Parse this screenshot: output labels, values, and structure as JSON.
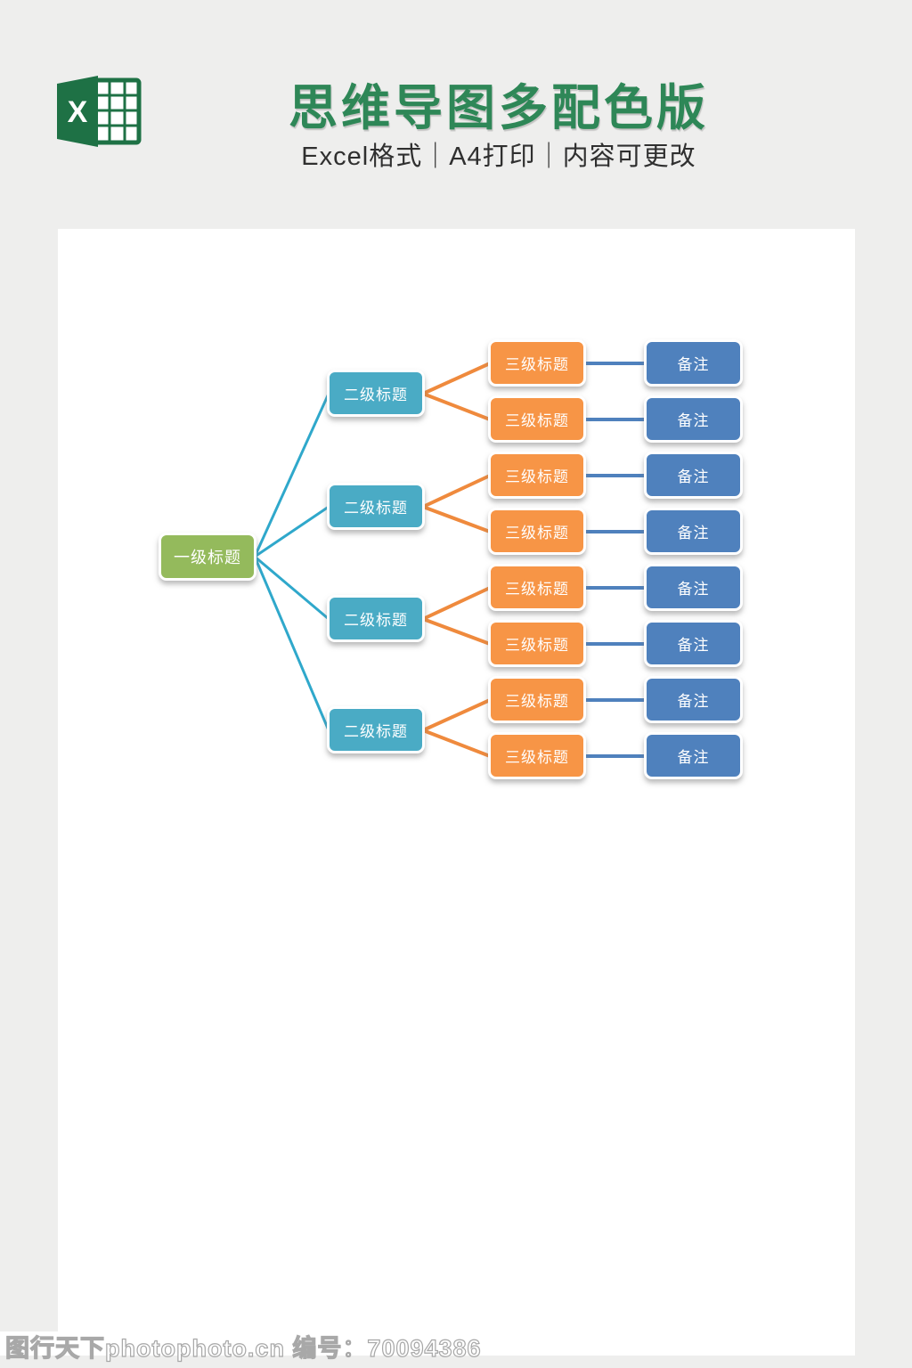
{
  "page": {
    "background": "#eeeeed"
  },
  "header": {
    "logo": {
      "letter": "X",
      "color": "#1e7145",
      "name": "excel-logo"
    },
    "title": "思维导图多配色版",
    "title_color": "#2e8757",
    "subtitle": "Excel格式｜A4打印｜内容可更改"
  },
  "mindmap": {
    "root": {
      "label": "一级标题",
      "color": "#94ba5c"
    },
    "level2_color": "#4aabc5",
    "level2": [
      {
        "label": "二级标题"
      },
      {
        "label": "二级标题"
      },
      {
        "label": "二级标题"
      },
      {
        "label": "二级标题"
      }
    ],
    "level3_color": "#f79546",
    "level3": [
      {
        "label": "三级标题"
      },
      {
        "label": "三级标题"
      },
      {
        "label": "三级标题"
      },
      {
        "label": "三级标题"
      },
      {
        "label": "三级标题"
      },
      {
        "label": "三级标题"
      },
      {
        "label": "三级标题"
      },
      {
        "label": "三级标题"
      }
    ],
    "notes_color": "#4f81bd",
    "notes": [
      {
        "label": "备注"
      },
      {
        "label": "备注"
      },
      {
        "label": "备注"
      },
      {
        "label": "备注"
      },
      {
        "label": "备注"
      },
      {
        "label": "备注"
      },
      {
        "label": "备注"
      },
      {
        "label": "备注"
      }
    ],
    "line_colors": {
      "level1_to_level2": "#2fa8cb",
      "level2_to_level3": "#ef8a3d",
      "level3_to_note": "#4f81bd"
    }
  },
  "footer": {
    "watermark": "图行天下photophoto.cn 编号：70094386"
  }
}
